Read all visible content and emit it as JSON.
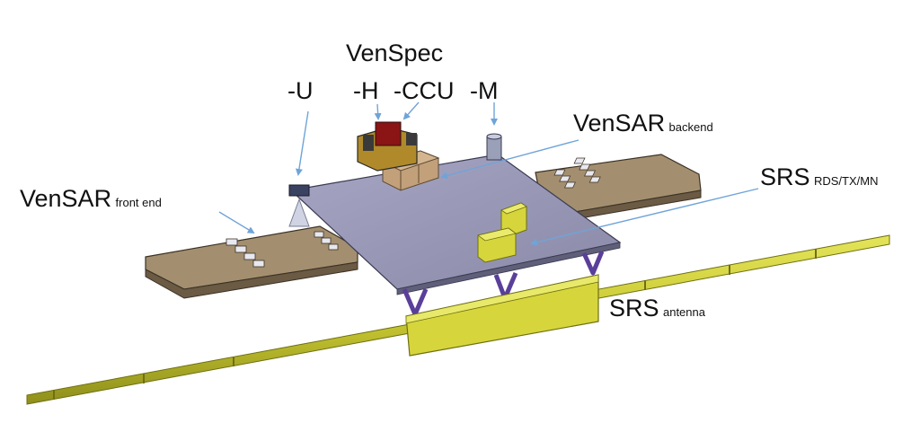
{
  "labels": {
    "venspec": "VenSpec",
    "u": "-U",
    "h": "-H",
    "ccu": "-CCU",
    "m": "-M",
    "vensar_backend_main": "VenSAR",
    "vensar_backend_sub": "backend",
    "vensar_frontend_main": "VenSAR",
    "vensar_frontend_sub": "front end",
    "srs_rds_main": "SRS",
    "srs_rds_sub": "RDS/TX/MN",
    "srs_antenna_main": "SRS",
    "srs_antenna_sub": "antenna"
  },
  "colors": {
    "platform": "#9a9ab8",
    "panel": "#a38f6f",
    "boom": "#c8c832",
    "antenna": "#d6d63c",
    "strut": "#5a3f9a",
    "arrow": "#6fa4d8",
    "box_tan": "#c2a07a",
    "vspec_red": "#8b1414"
  }
}
